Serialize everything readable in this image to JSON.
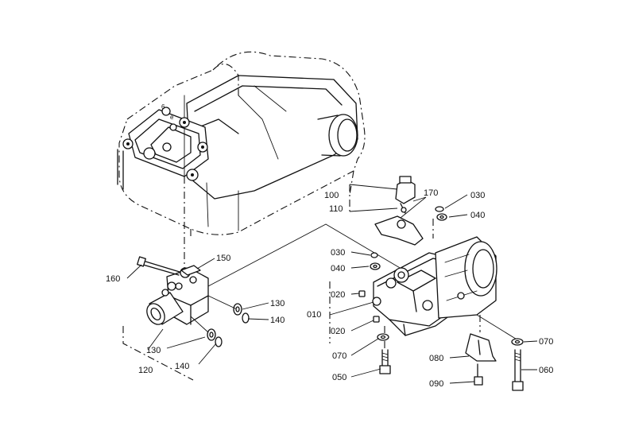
{
  "labels": {
    "p100": "100",
    "p110": "110",
    "p170": "170",
    "p030_top": "030",
    "p040_top": "040",
    "p150": "150",
    "p160": "160",
    "p130_right": "130",
    "p140_right": "140",
    "p130_left": "130",
    "p140_left": "140",
    "p120": "120",
    "p030_mid": "030",
    "p040_mid": "040",
    "p020_a": "020",
    "p010": "010",
    "p020_b": "020",
    "p070_left": "070",
    "p050": "050",
    "p080": "080",
    "p090": "090",
    "p070_right": "070",
    "p060": "060"
  },
  "casting_marks": {
    "mark_a": "6",
    "mark_b": "e"
  }
}
